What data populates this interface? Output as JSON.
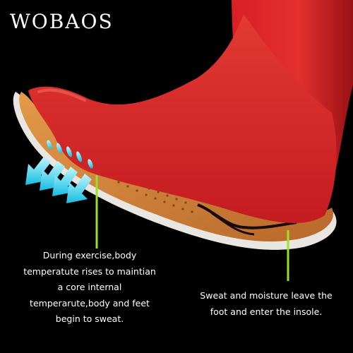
{
  "brand": {
    "name": "WOBAOS"
  },
  "captions": {
    "left": [
      "During exercise,body",
      "temperatute rises to maintian",
      "a core internal",
      "temperarute,body and feet",
      "begin to sweat."
    ],
    "right": [
      "Sweat and moisture leave the",
      "foot and enter the insole."
    ]
  },
  "colors": {
    "background": "#000000",
    "foot": "#e0262a",
    "insole": "#d98a3e",
    "arrows": "#2ad0e8",
    "pointer_lines": "#9be02a",
    "text": "#ffffff"
  },
  "icons": [
    "down-left-arrows-icon"
  ]
}
